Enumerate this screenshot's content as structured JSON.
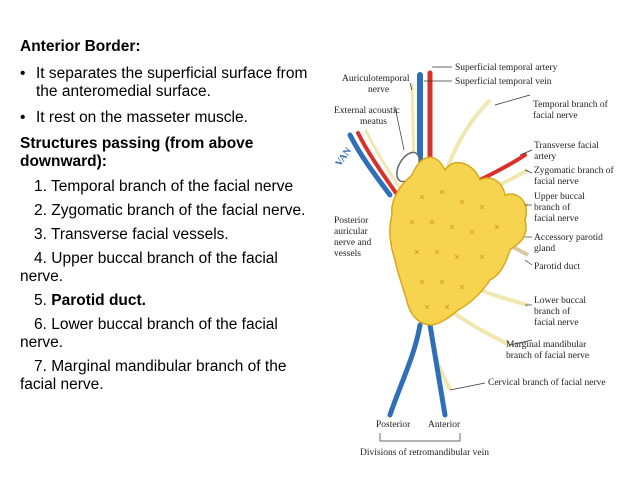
{
  "text": {
    "heading": "Anterior Border:",
    "bullets": [
      "It separates the superficial surface from the anteromedial surface.",
      "It rest on the masseter muscle."
    ],
    "bullet_symbol": "•",
    "structures_heading": "Structures passing (from above downward):",
    "items": [
      {
        "num": "1.",
        "text": "Temporal branch of the facial nerve",
        "bold": false
      },
      {
        "num": "2.",
        "text": "Zygomatic branch of the facial nerve.",
        "bold": false
      },
      {
        "num": "3.",
        "text": "Transverse facial vessels.",
        "bold": false
      },
      {
        "num": "4.",
        "text": "Upper buccal branch of the facial nerve.",
        "bold": false
      },
      {
        "num": "5.",
        "text": "Parotid duct.",
        "bold": true
      },
      {
        "num": "6.",
        "text": "Lower buccal branch of the facial nerve.",
        "bold": false
      },
      {
        "num": "7.",
        "text": "Marginal mandibular branch of the facial nerve.",
        "bold": false
      }
    ]
  },
  "diagram": {
    "colors": {
      "gland": "#f7d450",
      "gland_outline": "#d8a81a",
      "artery": "#d9302a",
      "vein": "#2f6fb7",
      "nerve": "#f1e7b0",
      "nerve_outline": "#8a7a40"
    },
    "labels": {
      "auriculotemporal": [
        "Auriculotemporal",
        "nerve"
      ],
      "external_acoustic": [
        "External acoustic",
        "meatus"
      ],
      "van": "VAN",
      "posterior_auricular": [
        "Posterior",
        "auricular",
        "nerve and",
        "vessels"
      ],
      "sup_temporal_artery": "Superficial temporal artery",
      "sup_temporal_vein": "Superficial temporal vein",
      "temporal_branch": [
        "Temporal branch of",
        "facial nerve"
      ],
      "transverse_facial": [
        "Transverse facial",
        "artery"
      ],
      "zygomatic_branch": [
        "Zygomatic branch of",
        "facial nerve"
      ],
      "upper_buccal": [
        "Upper buccal",
        "branch of",
        "facial nerve"
      ],
      "accessory_parotid": [
        "Accessory parotid",
        "gland"
      ],
      "parotid_duct": "Parotid duct",
      "lower_buccal": [
        "Lower buccal",
        "branch of",
        "facial nerve"
      ],
      "marginal_mandibular": [
        "Marginal mandibular",
        "branch of facial nerve"
      ],
      "cervical_branch": "Cervical branch of facial nerve",
      "posterior": "Posterior",
      "anterior": "Anterior",
      "divisions": "Divisions of retromandibular vein"
    }
  }
}
